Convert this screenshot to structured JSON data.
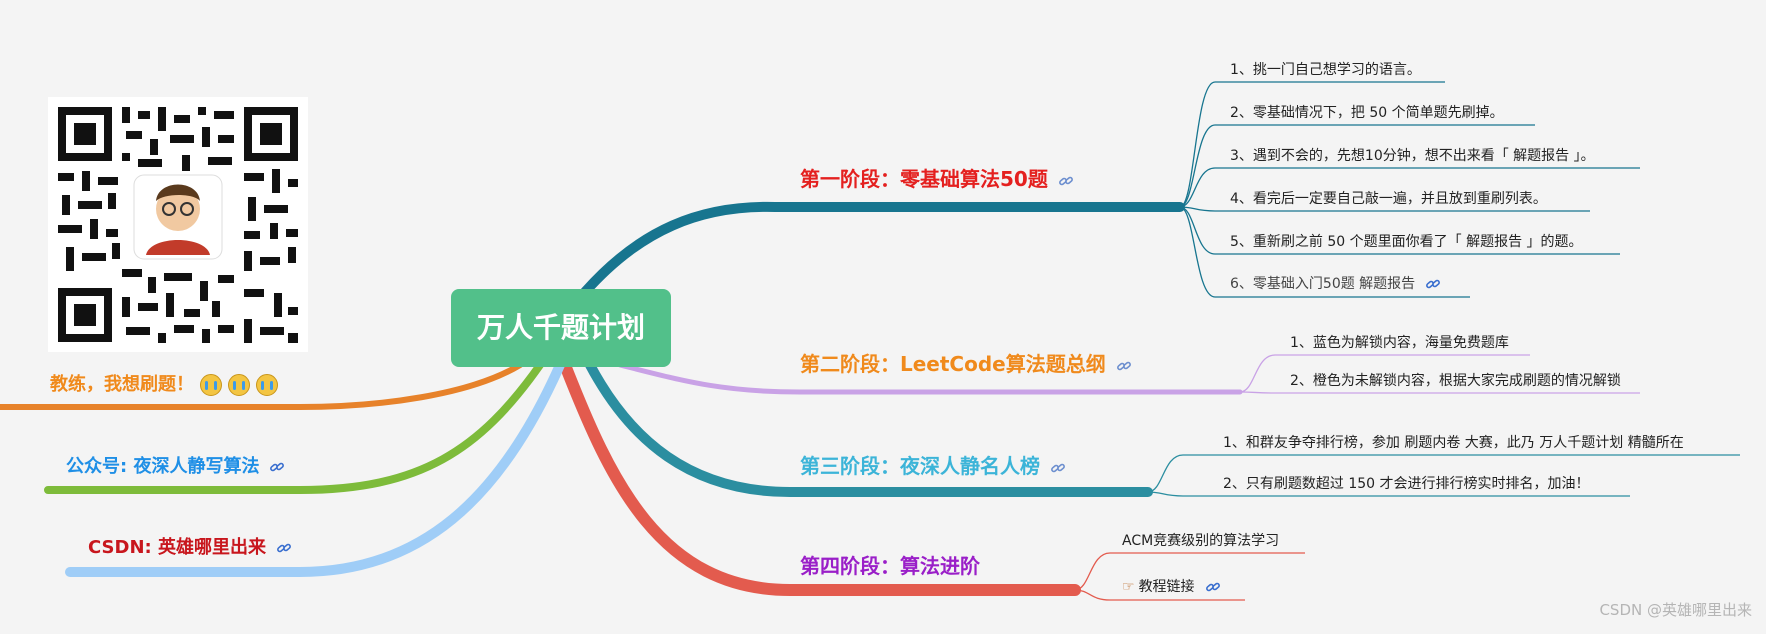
{
  "root": {
    "label": "万人千题计划"
  },
  "stages": [
    {
      "label": "第一阶段：零基础算法50题",
      "color": "#e4201f",
      "link_icon": "link-icon",
      "items": [
        {
          "label": "1、挑一门自己想学习的语言。"
        },
        {
          "label": "2、零基础情况下，把 50 个简单题先刷掉。"
        },
        {
          "label": "3、遇到不会的，先想10分钟，想不出来看「 解题报告 」。"
        },
        {
          "label": "4、看完后一定要自己敲一遍，并且放到重刷列表。"
        },
        {
          "label": "5、重新刷之前 50 个题里面你看了「 解题报告 」的题。"
        },
        {
          "label": "6、零基础入门50题 解题报告",
          "link_icon": "link-icon"
        }
      ]
    },
    {
      "label": "第二阶段：LeetCode算法题总纲",
      "color": "#f08a1c",
      "link_icon": "link-icon",
      "items": [
        {
          "label": "1、蓝色为解锁内容，海量免费题库"
        },
        {
          "label": "2、橙色为未解锁内容，根据大家完成刷题的情况解锁"
        }
      ]
    },
    {
      "label": "第三阶段：夜深人静名人榜",
      "color": "#3cb4d8",
      "link_icon": "link-icon",
      "items": [
        {
          "label": "1、和群友争夺排行榜，参加 刷题内卷 大赛，此乃 万人千题计划 精髓所在"
        },
        {
          "label": "2、只有刷题数超过 150 才会进行排行榜实时排名，加油！"
        }
      ]
    },
    {
      "label": "第四阶段：算法进阶",
      "color": "#9a1fc8",
      "items": [
        {
          "label": "ACM竞赛级别的算法学习"
        },
        {
          "label": "教程链接",
          "icon": "pointing-hand-icon",
          "link_icon": "link-icon"
        }
      ]
    }
  ],
  "left_nodes": [
    {
      "label": "教练，我想刷题！",
      "color": "#f08a1c",
      "icons": [
        "crying-face-icon",
        "crying-face-icon",
        "crying-face-icon"
      ]
    },
    {
      "label": "公众号: 夜深人静写算法",
      "color": "#1f8fe6",
      "link_icon": "link-icon"
    },
    {
      "label": "CSDN: 英雄哪里出来",
      "color": "#c8161d",
      "link_icon": "link-icon"
    }
  ],
  "qr": {
    "description_icon": "qr-code-with-avatar"
  },
  "watermark": "CSDN @英雄哪里出来",
  "colors": {
    "branch1": "#17758f",
    "branch2": "#c9a2e6",
    "branch3": "#2b8ea0",
    "branch4": "#e35b4e",
    "left1": "#e7822a",
    "left2": "#7dbb3a",
    "left3": "#9fcdf7",
    "root_bg": "#52c08a"
  }
}
